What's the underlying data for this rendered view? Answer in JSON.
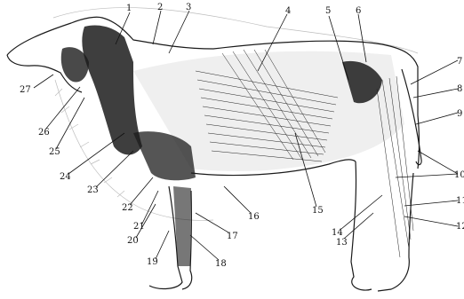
{
  "figure": {
    "colors": {
      "ink": "#1a1a1a",
      "skin_shade": "#eeeeee",
      "hair": "#bdbdbd"
    },
    "labels": [
      "1",
      "2",
      "3",
      "4",
      "5",
      "6",
      "7",
      "8",
      "9",
      "10",
      "11",
      "12",
      "13",
      "14",
      "15",
      "16",
      "17",
      "18",
      "19",
      "20",
      "21",
      "22",
      "23",
      "24",
      "25",
      "26",
      "27"
    ]
  }
}
